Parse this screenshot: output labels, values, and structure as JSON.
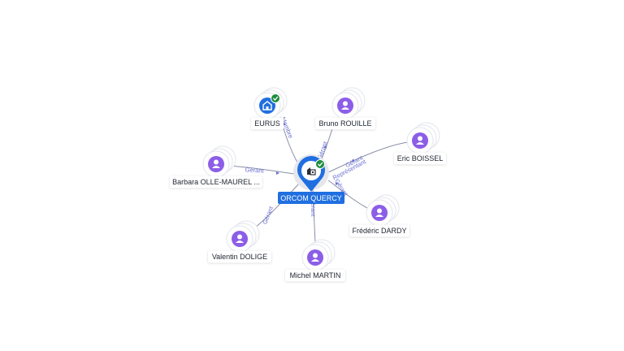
{
  "center": {
    "name": "ORCOM QUERCY",
    "icon": "building-icon",
    "verified": true,
    "colors": {
      "pin": "#1f6fe0",
      "badge": "#1e8e3e"
    }
  },
  "nodes": [
    {
      "id": "eurus",
      "name": "EURUS",
      "type": "company",
      "verified": true
    },
    {
      "id": "bruno",
      "name": "Bruno ROUILLE",
      "type": "person"
    },
    {
      "id": "eric",
      "name": "Eric BOISSEL",
      "type": "person"
    },
    {
      "id": "barbara",
      "name": "Barbara OLLE-MAUREL ...",
      "type": "person"
    },
    {
      "id": "frederic",
      "name": "Frédéric DARDY",
      "type": "person"
    },
    {
      "id": "valentin",
      "name": "Valentin DOLIGE",
      "type": "person"
    },
    {
      "id": "michel",
      "name": "Michel MARTIN",
      "type": "person"
    }
  ],
  "edges": [
    {
      "from": "eurus",
      "labels": [
        "Membre"
      ]
    },
    {
      "from": "bruno",
      "labels": [
        "Gérant"
      ]
    },
    {
      "from": "eric",
      "labels": [
        "Gérant",
        "Représentant"
      ]
    },
    {
      "from": "barbara",
      "labels": [
        "Gérant"
      ]
    },
    {
      "from": "frederic",
      "labels": [
        "Gérant"
      ]
    },
    {
      "from": "valentin",
      "labels": [
        "Gérant"
      ]
    },
    {
      "from": "michel",
      "labels": [
        "Gérant"
      ]
    }
  ],
  "colors": {
    "person": "#8c5ee8",
    "company": "#1f6fe0",
    "edge_label": "#6b6fd1",
    "edge": "#8a8fa8"
  }
}
